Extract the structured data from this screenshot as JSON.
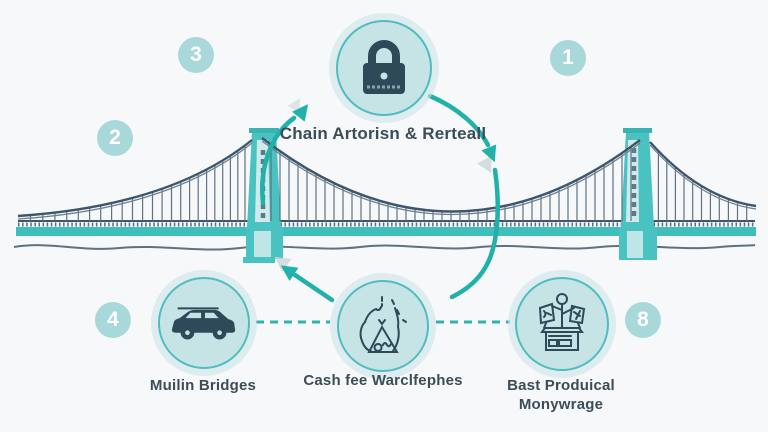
{
  "nodes": {
    "lock": {
      "label": "Chain Artorisn & Rerteall",
      "icon": "padlock-icon"
    },
    "car": {
      "label": "Muilin Bridges",
      "icon": "suv-icon"
    },
    "mountain": {
      "label": "Cash fee Warclfephes",
      "icon": "mountain-icon"
    },
    "product": {
      "label_line1": "Bast Produical",
      "label_line2": "Monywrage",
      "icon": "workflow-box-icon"
    }
  },
  "badges": {
    "b1": "1",
    "b2": "2",
    "b3": "3",
    "b4": "4",
    "b8": "8"
  },
  "colors": {
    "background": "#f7f8f9",
    "accent_teal": "#1fb1aa",
    "node_fill": "#c6e4e6",
    "node_ring": "#4fbdc0",
    "badge_fill": "#a9d8db",
    "icon_navy": "#2e4a59",
    "bridge_line": "#3d566b",
    "tower_teal": "#49c2c1",
    "deck_teal": "#3fbfbc",
    "label_text": "#3a4d59"
  }
}
